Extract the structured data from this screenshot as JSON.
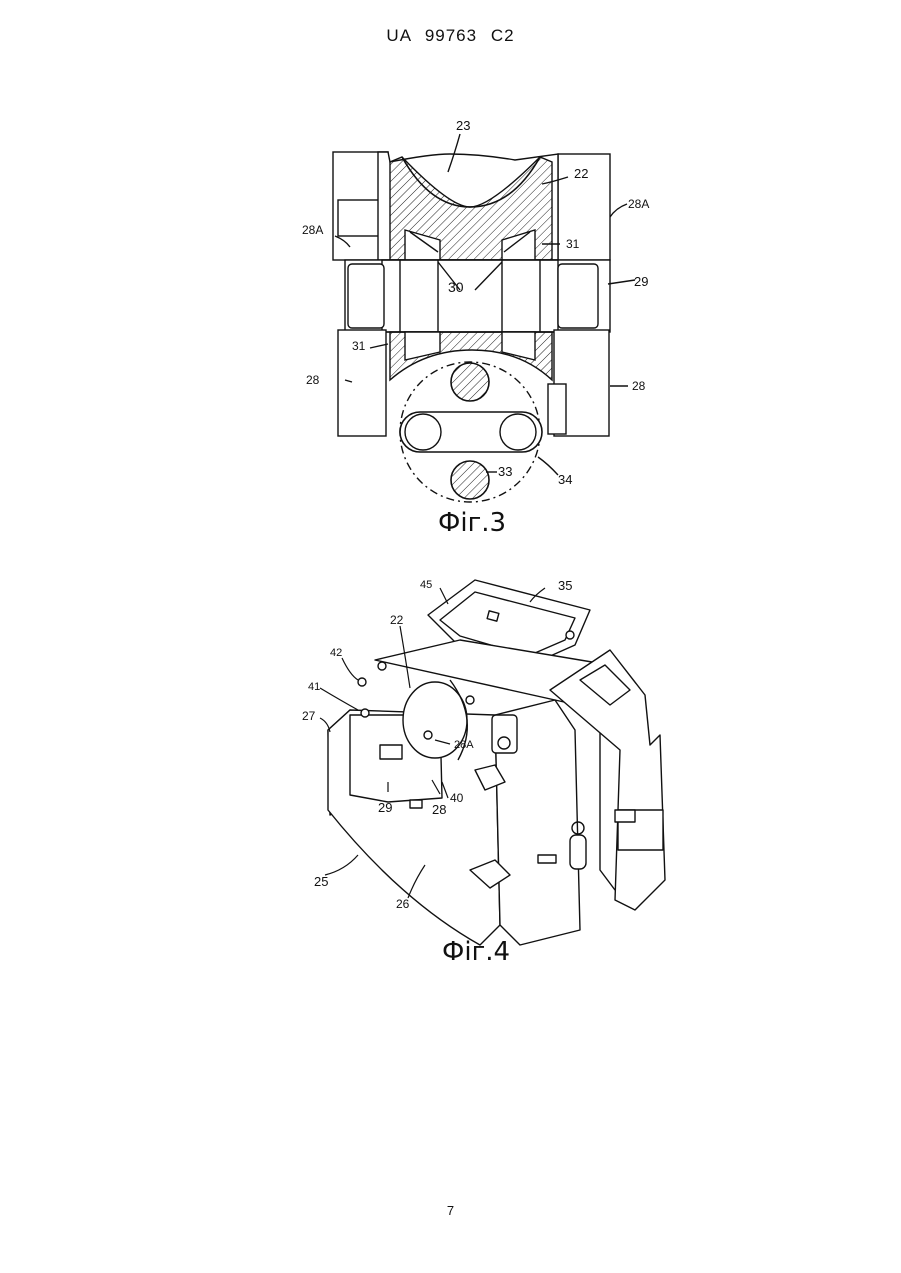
{
  "header": {
    "publication": "UA   99763   C2"
  },
  "figure3": {
    "caption": "Фіг.3",
    "labels": {
      "l23": "23",
      "l22": "22",
      "l28a_right": "28A",
      "l28a_left": "28A",
      "l31_right": "31",
      "l30": "30",
      "l29": "29",
      "l31_left": "31",
      "l28_left": "28",
      "l28_right": "28",
      "l33": "33",
      "l34": "34"
    }
  },
  "figure4": {
    "caption": "Фіг.4",
    "labels": {
      "l45": "45",
      "l35": "35",
      "l22": "22",
      "l42": "42",
      "l41": "41",
      "l27": "27",
      "l28a": "28A",
      "l29": "29",
      "l28": "28",
      "l40": "40",
      "l25": "25",
      "l26": "26"
    }
  },
  "footer": {
    "page_number": "7"
  }
}
